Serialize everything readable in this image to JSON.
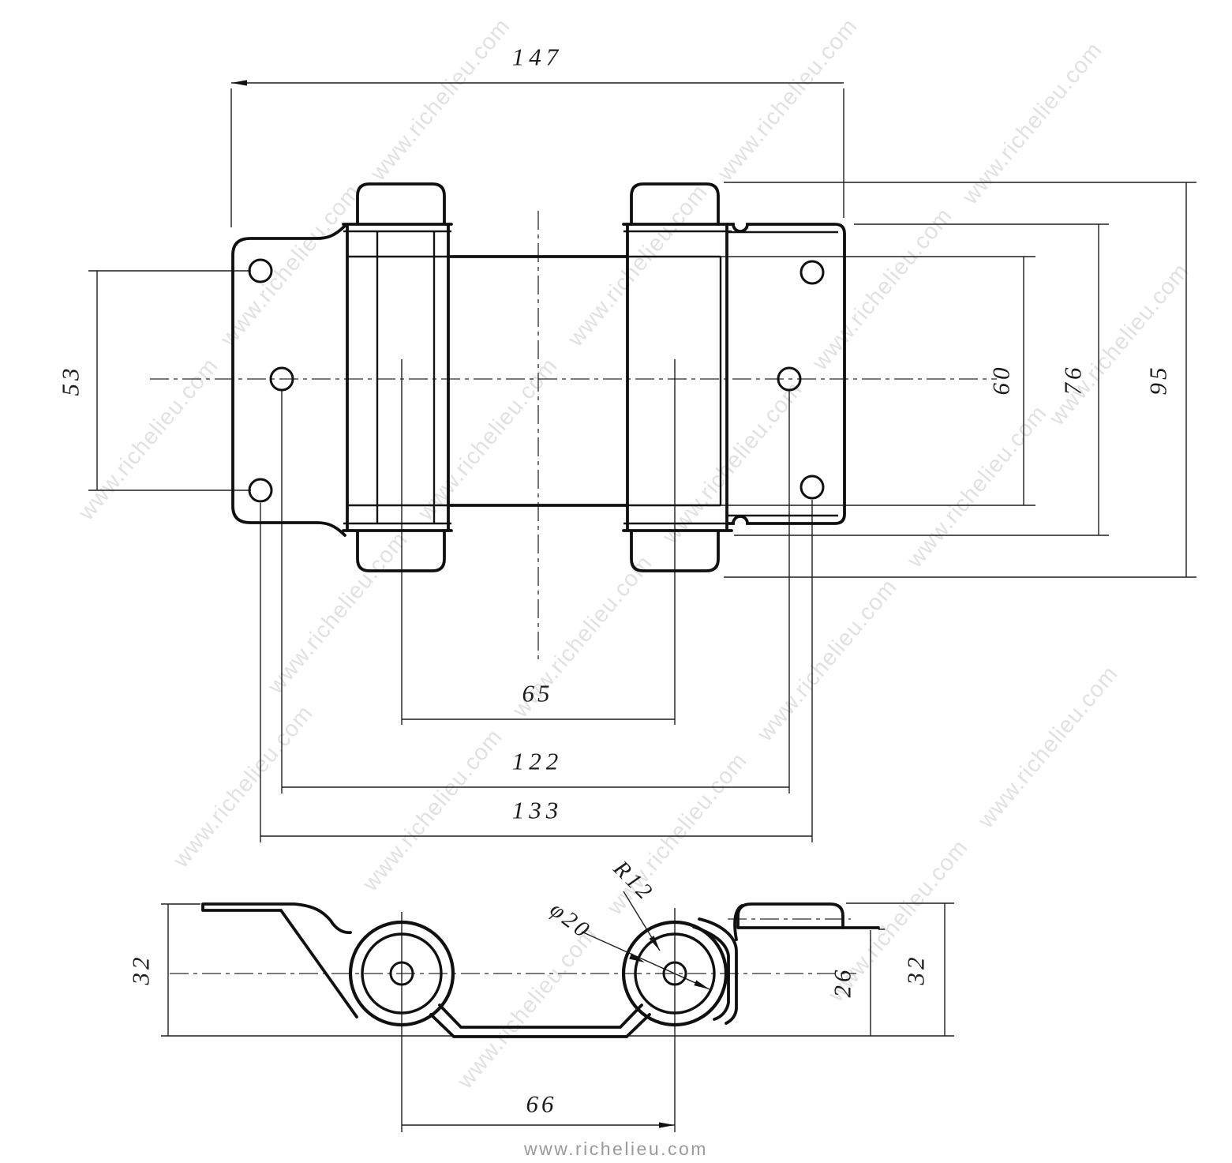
{
  "watermark": {
    "text": "www.richelieu.com"
  },
  "footer": {
    "text": "www.richelieu.com"
  },
  "dims": {
    "overall_width": "147",
    "left_hole_spacing": "53",
    "right_inner_height": "60",
    "leaf_height": "76",
    "overall_height": "95",
    "pin_spacing": "65",
    "middle_hole_spacing": "122",
    "outer_hole_spacing": "133",
    "side_left_height": "32",
    "side_right_inner_height": "26",
    "side_right_height": "32",
    "side_center_spacing": "66",
    "spring_radius": "R12",
    "pin_diameter": "φ20"
  }
}
